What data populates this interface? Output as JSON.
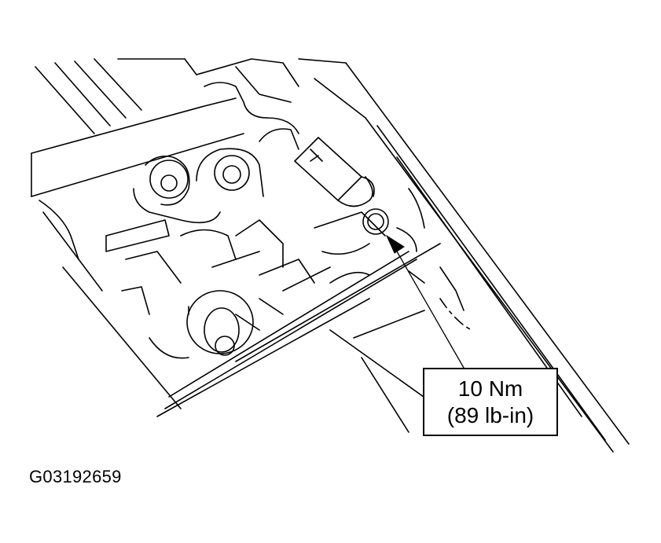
{
  "callout": {
    "line1": "10 Nm",
    "line2": "(89 lb-in)"
  },
  "figure_id": "G03192659",
  "icons": {
    "bolt": "hex-bolt-icon",
    "sensor": "sensor-connector-icon",
    "arrow": "pointer-arrow-icon"
  },
  "colors": {
    "line": "#000000",
    "background": "#ffffff"
  }
}
